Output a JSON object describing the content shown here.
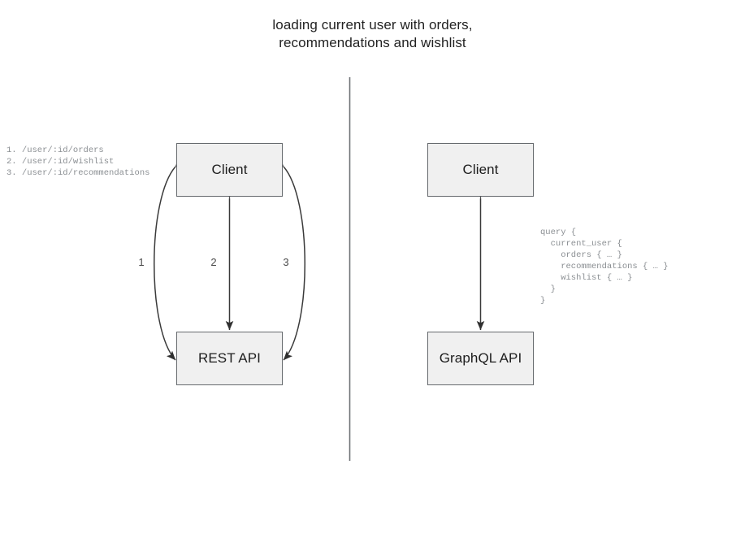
{
  "title": {
    "line1": "loading current user with orders,",
    "line2": "recommendations and wishlist"
  },
  "rest_side": {
    "client_label": "Client",
    "api_label": "REST API",
    "endpoints": "1. /user/:id/orders\n2. /user/:id/wishlist\n3. /user/:id/recommendations",
    "endpoint_items": [
      {
        "number": "1.",
        "path": "/user/:id/orders"
      },
      {
        "number": "2.",
        "path": "/user/:id/wishlist"
      },
      {
        "number": "3.",
        "path": "/user/:id/recommendations"
      }
    ],
    "arrow_labels": [
      "1",
      "2",
      "3"
    ]
  },
  "graphql_side": {
    "client_label": "Client",
    "api_label": "GraphQL API",
    "query": "query {\n  current_user {\n    orders { … }\n    recommendations { … }\n    wishlist { … }\n  }\n}",
    "query_lines": [
      "query {",
      "  current_user {",
      "    orders { … }",
      "    recommendations { … }",
      "    wishlist { … }",
      "  }",
      "}"
    ]
  },
  "colors": {
    "node_fill": "#f0f0f0",
    "node_border": "#666a6e",
    "edge": "#3a3a3a",
    "divider": "#6e7276",
    "code_text": "#8b8f93",
    "title_text": "#222222"
  },
  "divider": {
    "orientation": "vertical",
    "label": "rest-vs-graphql-divider"
  }
}
